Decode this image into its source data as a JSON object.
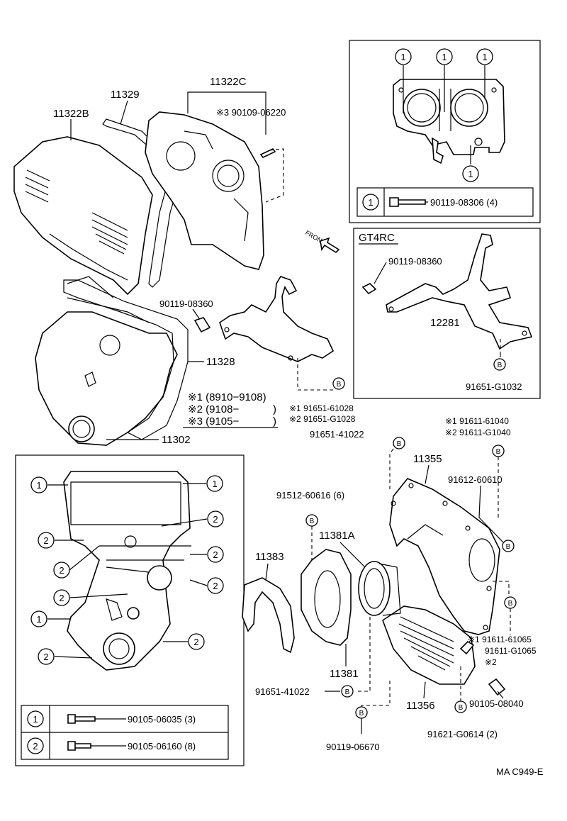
{
  "labels": {
    "p11322B": "11322B",
    "p11329": "11329",
    "p11322C": "11322C",
    "n3_90109": "※3 90109-06220",
    "p90119_08360": "90119-08360",
    "p11328": "11328",
    "p11302": "11302",
    "front": "FRONT",
    "p91651_41022_top": "91651-41022",
    "p11355": "11355",
    "p91512": "91512-60616 (6)",
    "p11381A": "11381A",
    "p11383": "11383",
    "p11381": "11381",
    "p91612": "91612-60610",
    "p91651_41022_bot": "91651-41022",
    "p11356": "11356",
    "p90119_06670": "90119-06670",
    "p91621": "91621-G0614 (2)",
    "p90105_08040": "90105-08040",
    "footer_code": "MA C949-E"
  },
  "date_notes": {
    "n1": "※1 (8910−9108)",
    "n2": "※2 (9108−",
    "n3": "※3 (9105−",
    "n2_close": ")",
    "n3_close": ")"
  },
  "bolt_notes_center": {
    "a": "※1 91651-61028",
    "b": "※2 91651-G1028"
  },
  "bolt_notes_right_top": {
    "a": "※1 91611-61040",
    "b": "※2 91611-G1040"
  },
  "bolt_notes_right_bottom": {
    "a": "※1 91611-61065",
    "b": "91611-G1065",
    "c": "※2"
  },
  "inset_top_right": {
    "callout": "1",
    "legend_key": "1",
    "legend_part": "90119-08306 (4)"
  },
  "inset_gt4rc": {
    "title": "GT4RC",
    "bolt": "90119-08360",
    "bracket": "12281",
    "nut": "91651-G1032"
  },
  "inset_bottom_left": {
    "callout1": "1",
    "callout2": "2",
    "legend": [
      {
        "key": "1",
        "part": "90105-06035 (3)"
      },
      {
        "key": "2",
        "part": "90105-06160 (8)"
      }
    ]
  },
  "marker_b": "B",
  "colors": {
    "ink": "#000000",
    "paper": "#ffffff"
  }
}
